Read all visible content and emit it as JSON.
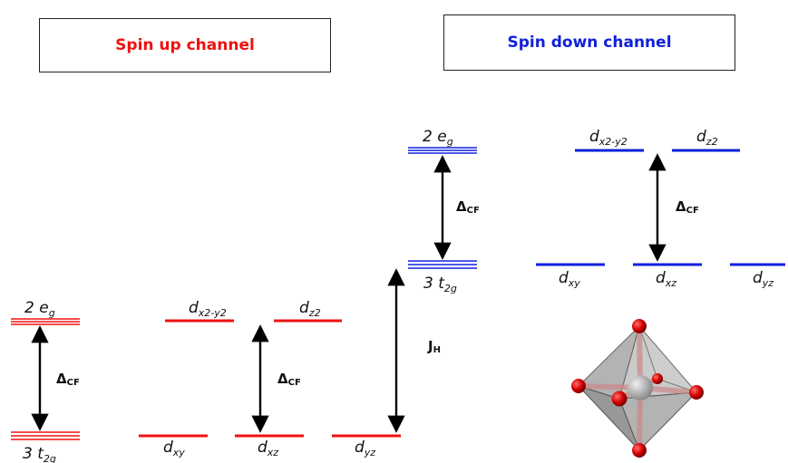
{
  "headers": {
    "spin_up": "Spin up channel",
    "spin_down": "Spin down channel"
  },
  "colors": {
    "spin_up": "#ee1111",
    "spin_down": "#1020dd",
    "arrow": "#000000",
    "text": "#111111"
  },
  "labels": {
    "eg": {
      "main": "2 e",
      "sub": "g"
    },
    "t2g": {
      "main": "3 t",
      "sub": "2g"
    },
    "dx2y2": {
      "main": "d",
      "sub": "x2-y2"
    },
    "dz2": {
      "main": "d",
      "sub": "z2"
    },
    "dxy": {
      "main": "d",
      "sub": "xy"
    },
    "dxz": {
      "main": "d",
      "sub": "xz"
    },
    "dyz": {
      "main": "d",
      "sub": "yz"
    },
    "delta_cf": {
      "main": "Δ",
      "sub": "CF"
    },
    "jh": {
      "main": "J",
      "sub": "H"
    }
  }
}
